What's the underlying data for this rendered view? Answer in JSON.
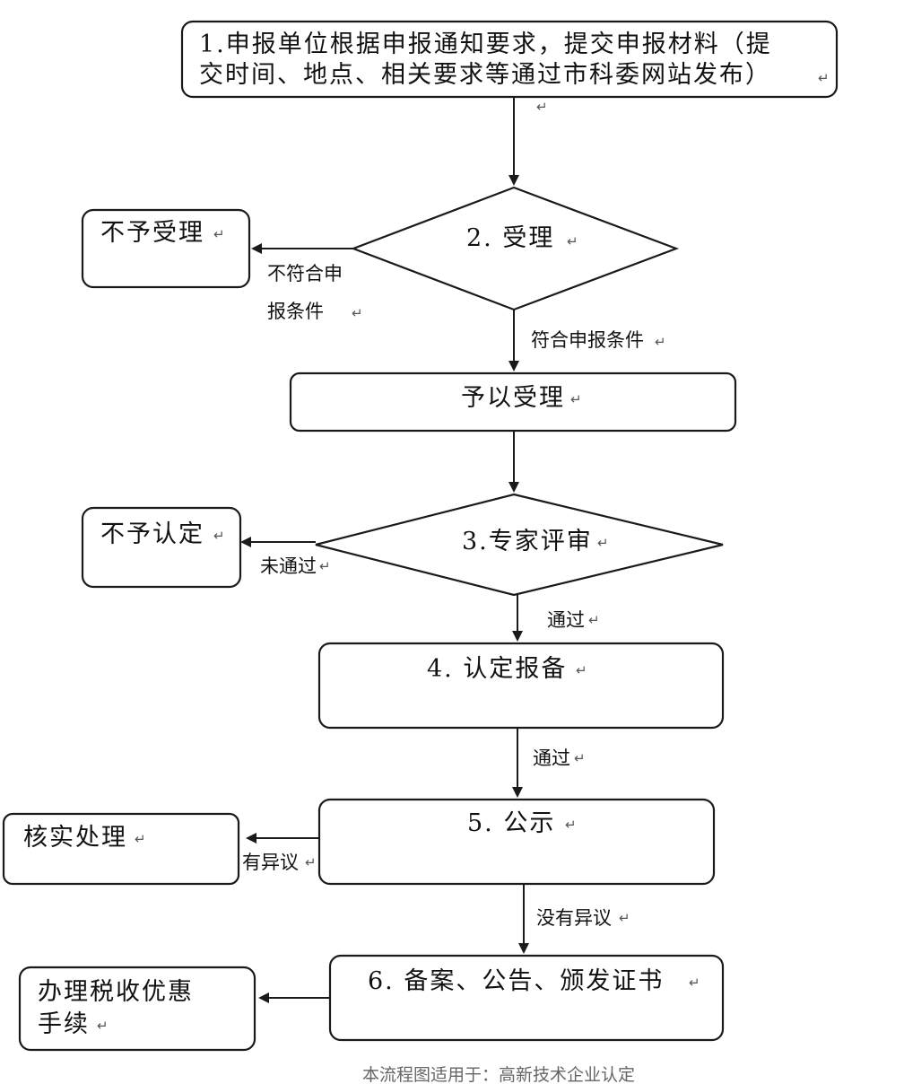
{
  "steps": {
    "s1_line1": "1.申报单位根据申报通知要求，提交申报材料（提",
    "s1_line2": "交时间、地点、相关要求等通过市科委网站发布）",
    "s2": "2. 受理",
    "reject_accept": "不予受理",
    "accept": "予以受理",
    "s3": "3.专家评审",
    "reject_cert": "不予认定",
    "s4": "4. 认定报备",
    "s5": "5. 公示",
    "verify": "核实处理",
    "s6": "6. 备案、公告、颁发证书",
    "tax_line1": "办理税收优惠",
    "tax_line2": "手续"
  },
  "edges": {
    "not_meet_line1": "不符合申",
    "not_meet_line2": "报条件",
    "meet": "符合申报条件",
    "not_passed": "未通过",
    "passed1": "通过",
    "passed2": "通过",
    "objection": "有异议",
    "no_objection": "没有异议"
  },
  "return_mark": "↵",
  "footer": "本流程图适用于：高新技术企业认定"
}
